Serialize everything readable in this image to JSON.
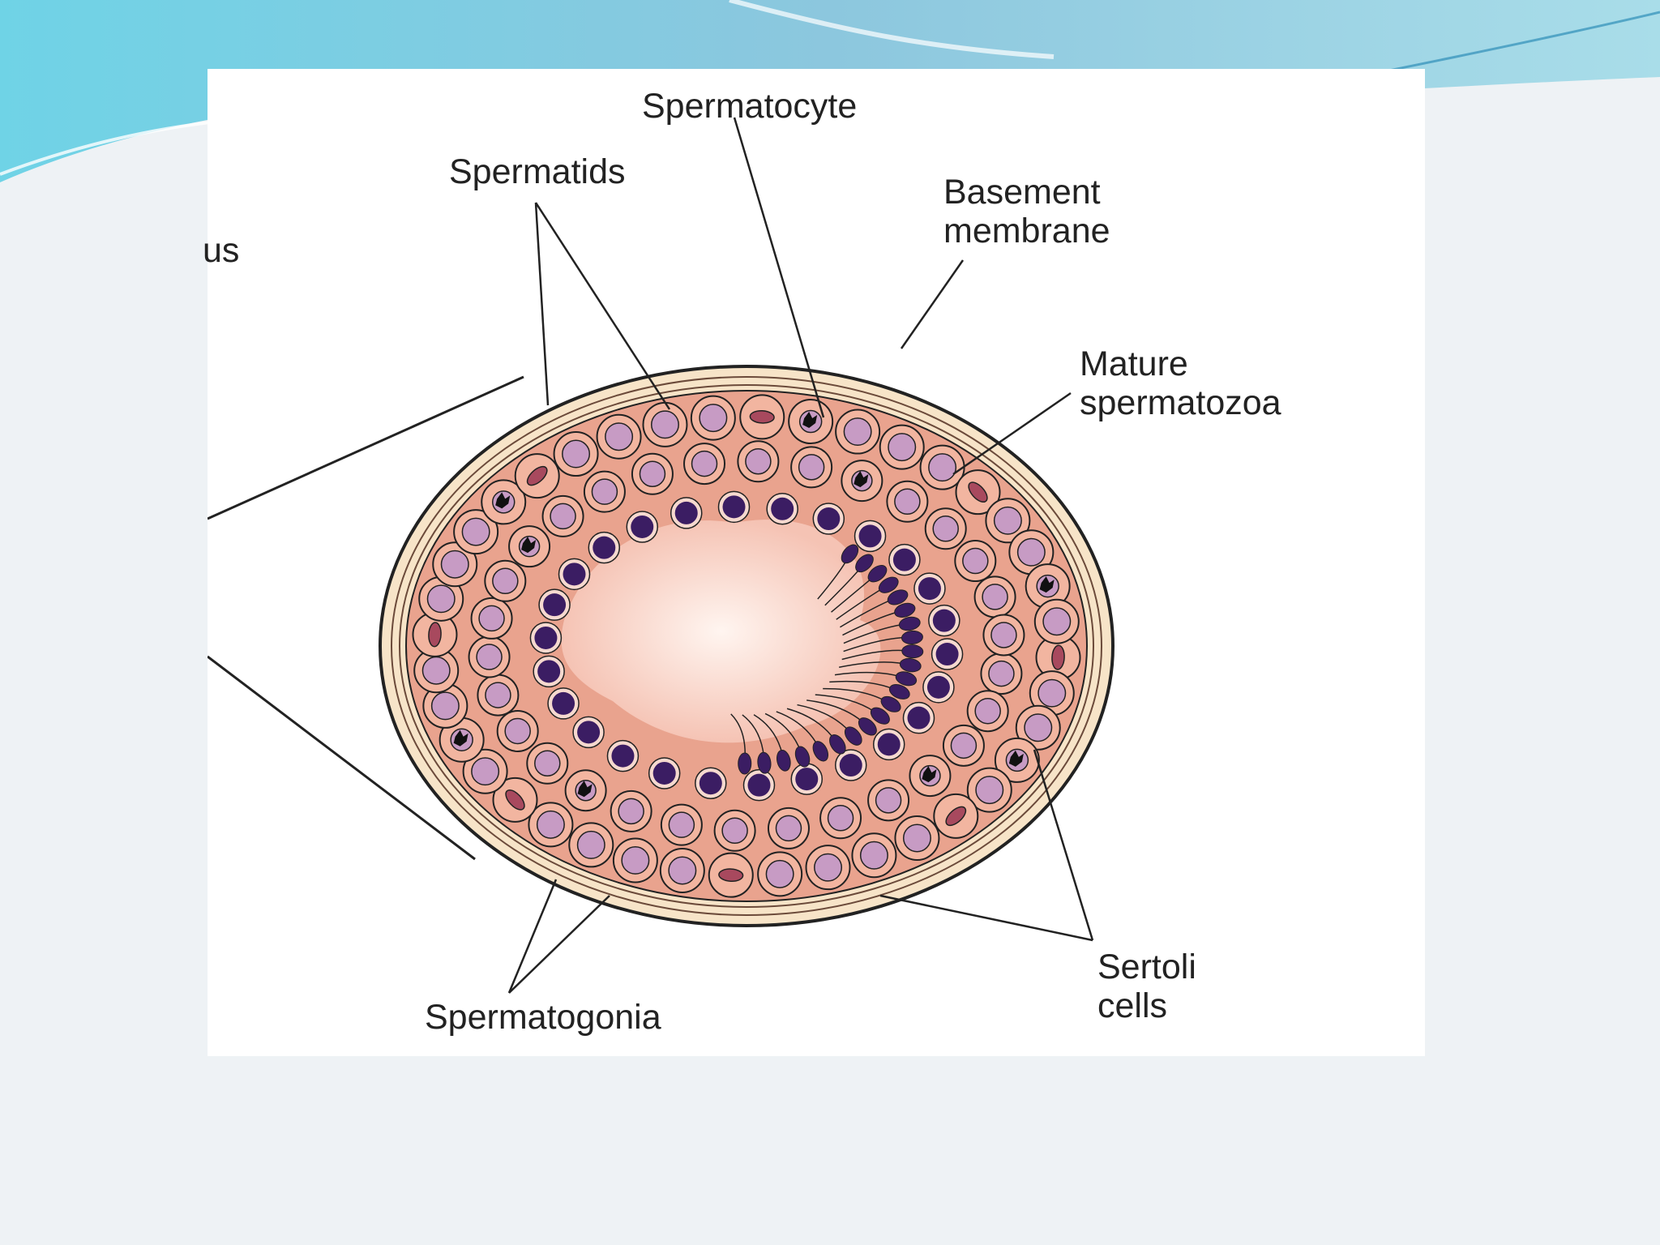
{
  "labels": {
    "spermatocyte": "Spermatocyte",
    "spermatids": "Spermatids",
    "basement_membrane": [
      "Basement",
      "membrane"
    ],
    "mature_spermatozoa": [
      "Mature",
      "spermatozoa"
    ],
    "sertoli_cells": [
      "Sertoli",
      "cells"
    ],
    "spermatogonia": "Spermatogonia",
    "cropped_label": "us"
  },
  "colors": {
    "slide_background": "#eef2f5",
    "header_wave": "#7fcbe0",
    "tubule_wall": "#f7e4c8",
    "epithelium": "#e9a38e",
    "lumen": "#fbe6df",
    "cell_body": "#f2b5a0",
    "nucleus": "#c79bc4",
    "spermatid_nucleus": "#3b1d63",
    "sertoli_nucleus": "#a8495e",
    "chromosome": "#111111"
  }
}
